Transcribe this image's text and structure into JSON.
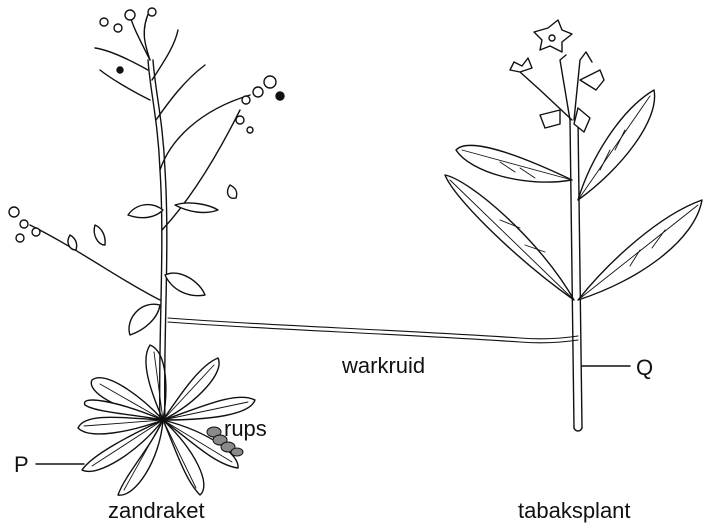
{
  "labels": {
    "zandraket": "zandraket",
    "tabaksplant": "tabaksplant",
    "warkruid": "warkruid",
    "rups": "rups",
    "p": "P",
    "q": "Q"
  },
  "colors": {
    "ink": "#111111",
    "background": "#ffffff",
    "caterpillar": "#8a8a8a"
  }
}
